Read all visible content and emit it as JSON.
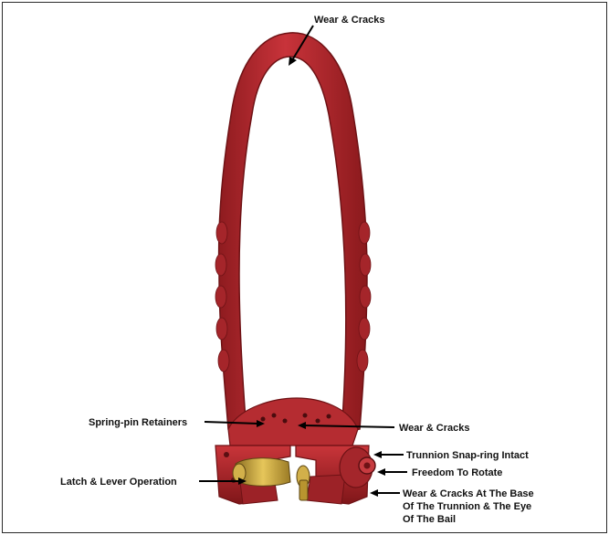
{
  "figure": {
    "product_color": "#b3262a",
    "latch_color": "#c9a640",
    "callouts": {
      "top_wear": "Wear & Cracks",
      "spring_pin": "Spring-pin Retainers",
      "block_wear": "Wear & Cracks",
      "snap_ring": "Trunnion Snap-ring Intact",
      "rotate": "Freedom To Rotate",
      "latch_lever": "Latch & Lever Operation",
      "base_line1": "Wear & Cracks At The Base",
      "base_line2": "Of The Trunnion & The Eye",
      "base_line3": "Of The Bail"
    }
  }
}
